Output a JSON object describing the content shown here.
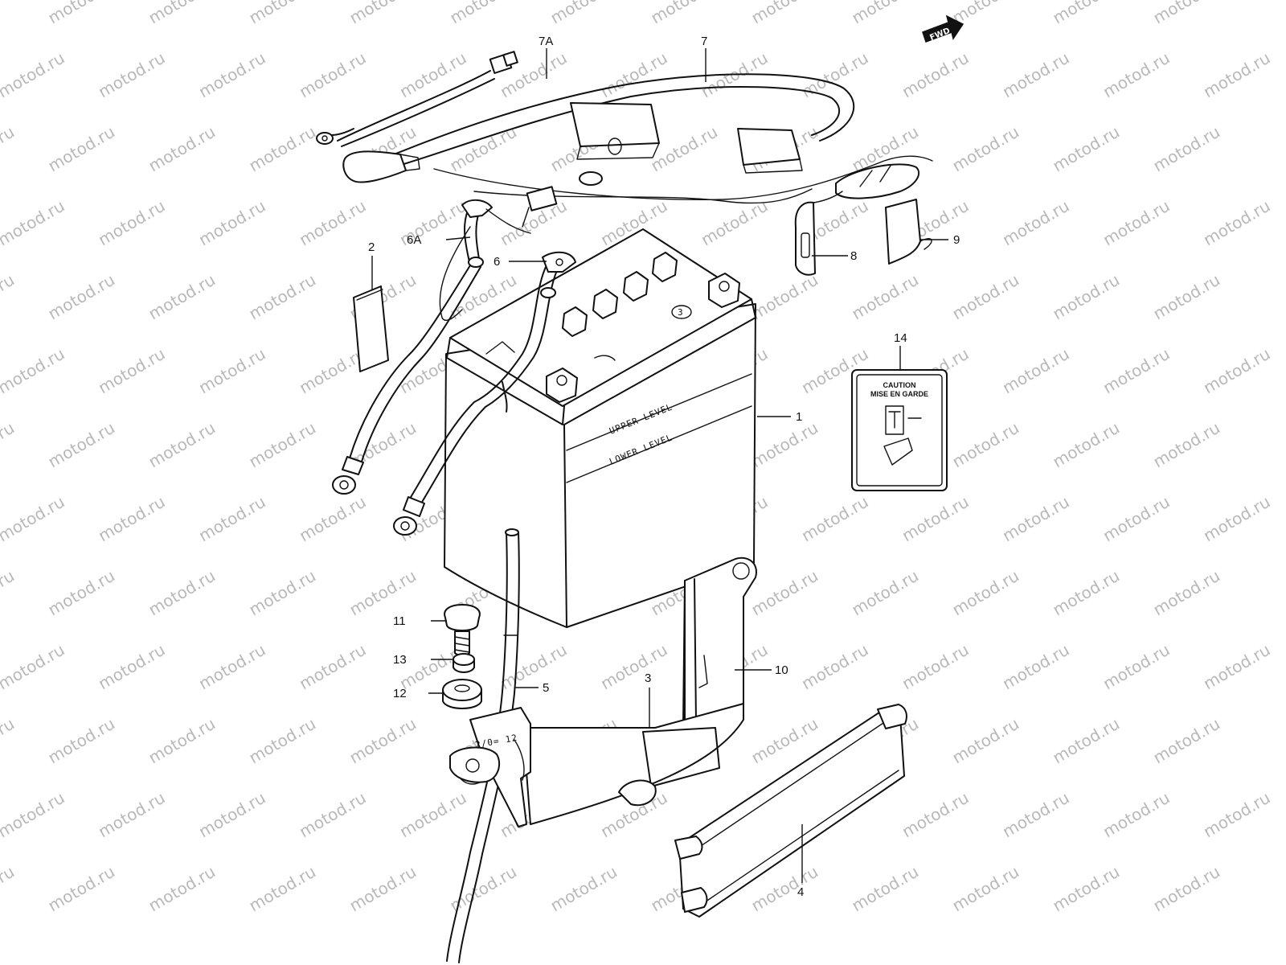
{
  "watermark": {
    "text": "motod.ru",
    "color": "#b9b9b9"
  },
  "direction_badge": {
    "label": "FWD",
    "icon": "forward-arrow-icon"
  },
  "battery_markings": {
    "upper": "UPPER LEVEL",
    "lower": "LOWER LEVEL",
    "cell_mark": "3"
  },
  "bracket_marking": "2/0= 12",
  "caution_decal": {
    "line1": "CAUTION",
    "line2": "MISE EN GARDE"
  },
  "callouts": {
    "c1": "1",
    "c2": "2",
    "c3": "3",
    "c4": "4",
    "c5": "5",
    "c6": "6",
    "c6a": "6A",
    "c7": "7",
    "c7a": "7A",
    "c8": "8",
    "c9": "9",
    "c10": "10",
    "c11": "11",
    "c12": "12",
    "c13": "13",
    "c14": "14"
  }
}
